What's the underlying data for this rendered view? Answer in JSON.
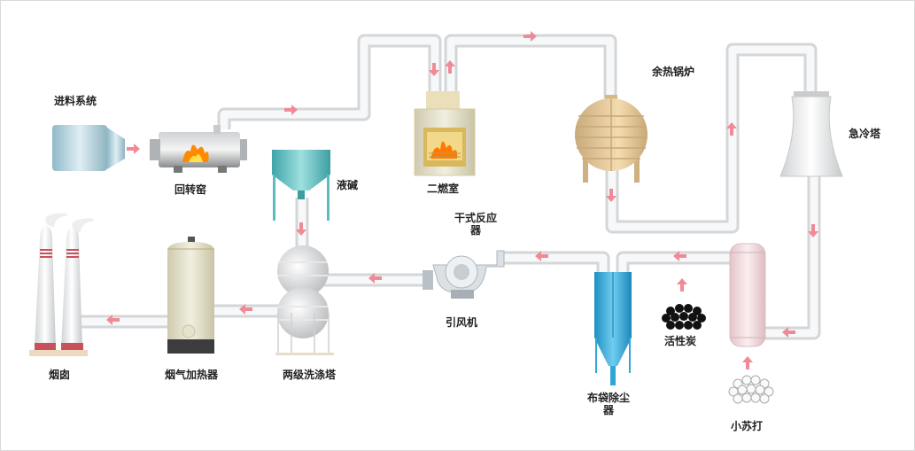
{
  "labels": {
    "feed": "进料系统",
    "kiln": "回转窑",
    "secondary_chamber": "二燃室",
    "boiler": "余热锅炉",
    "quench": "急冷塔",
    "alkali": "液碱",
    "reactor_line1": "干式反应",
    "reactor_line2": "器",
    "fan": "引风机",
    "bag_line1": "布袋除尘",
    "bag_line2": "器",
    "carbon": "活性炭",
    "soda": "小苏打",
    "chimney": "烟囱",
    "heater": "烟气加热器",
    "scrubber": "两级洗涤塔"
  },
  "colors": {
    "pipe": "#d4d6d8",
    "arrow": "#f08a96",
    "flame": "#ff8a00",
    "tank": "#5bbcc0",
    "bag_filter": "#2ea7d6"
  }
}
